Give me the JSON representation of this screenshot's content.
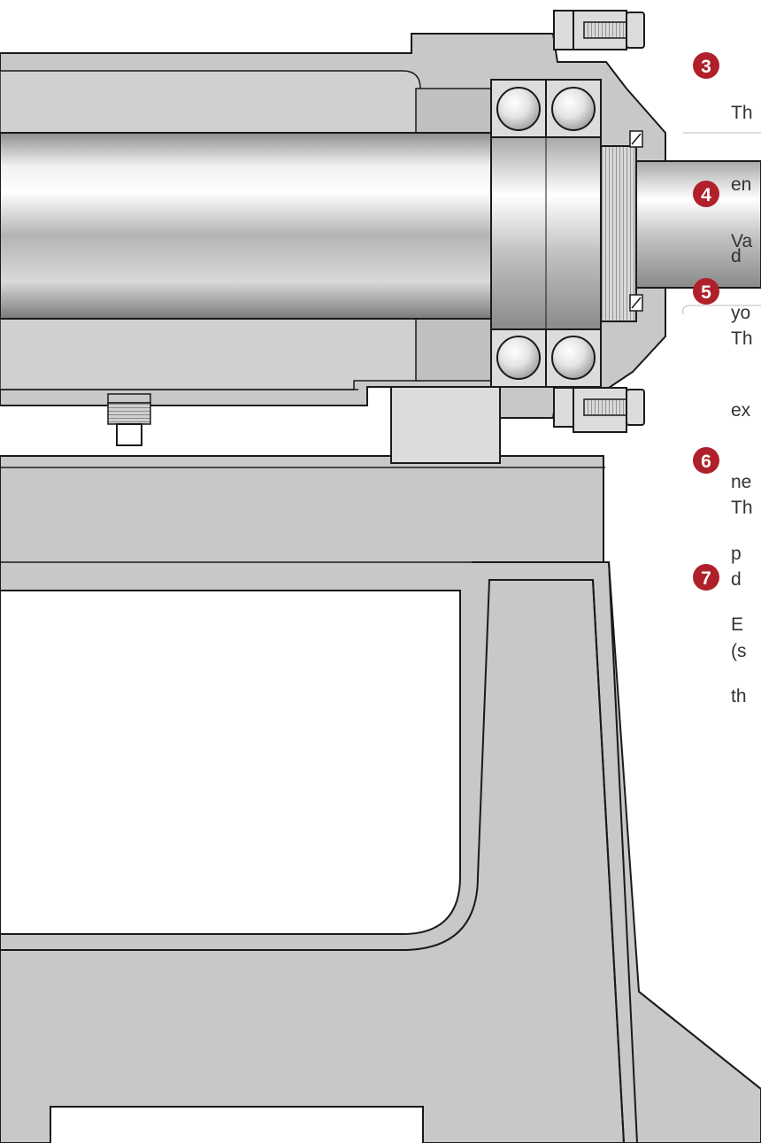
{
  "callouts": [
    {
      "number": "3",
      "lines": [
        "Th",
        "en",
        "d"
      ]
    },
    {
      "number": "4",
      "lines": [
        "Va",
        "yo"
      ]
    },
    {
      "number": "5",
      "lines": [
        "Th",
        "ex",
        "ne",
        "p"
      ]
    },
    {
      "number": "6",
      "lines": [
        "Th",
        "d",
        "(s"
      ]
    },
    {
      "number": "7",
      "lines": [
        "E",
        "th"
      ]
    }
  ],
  "colors": {
    "housing": "#c8c8c8",
    "housing_light": "#dcdcdc",
    "outline": "#1a1a1a",
    "badge": "#b0202a",
    "callout_text": "#333333"
  }
}
